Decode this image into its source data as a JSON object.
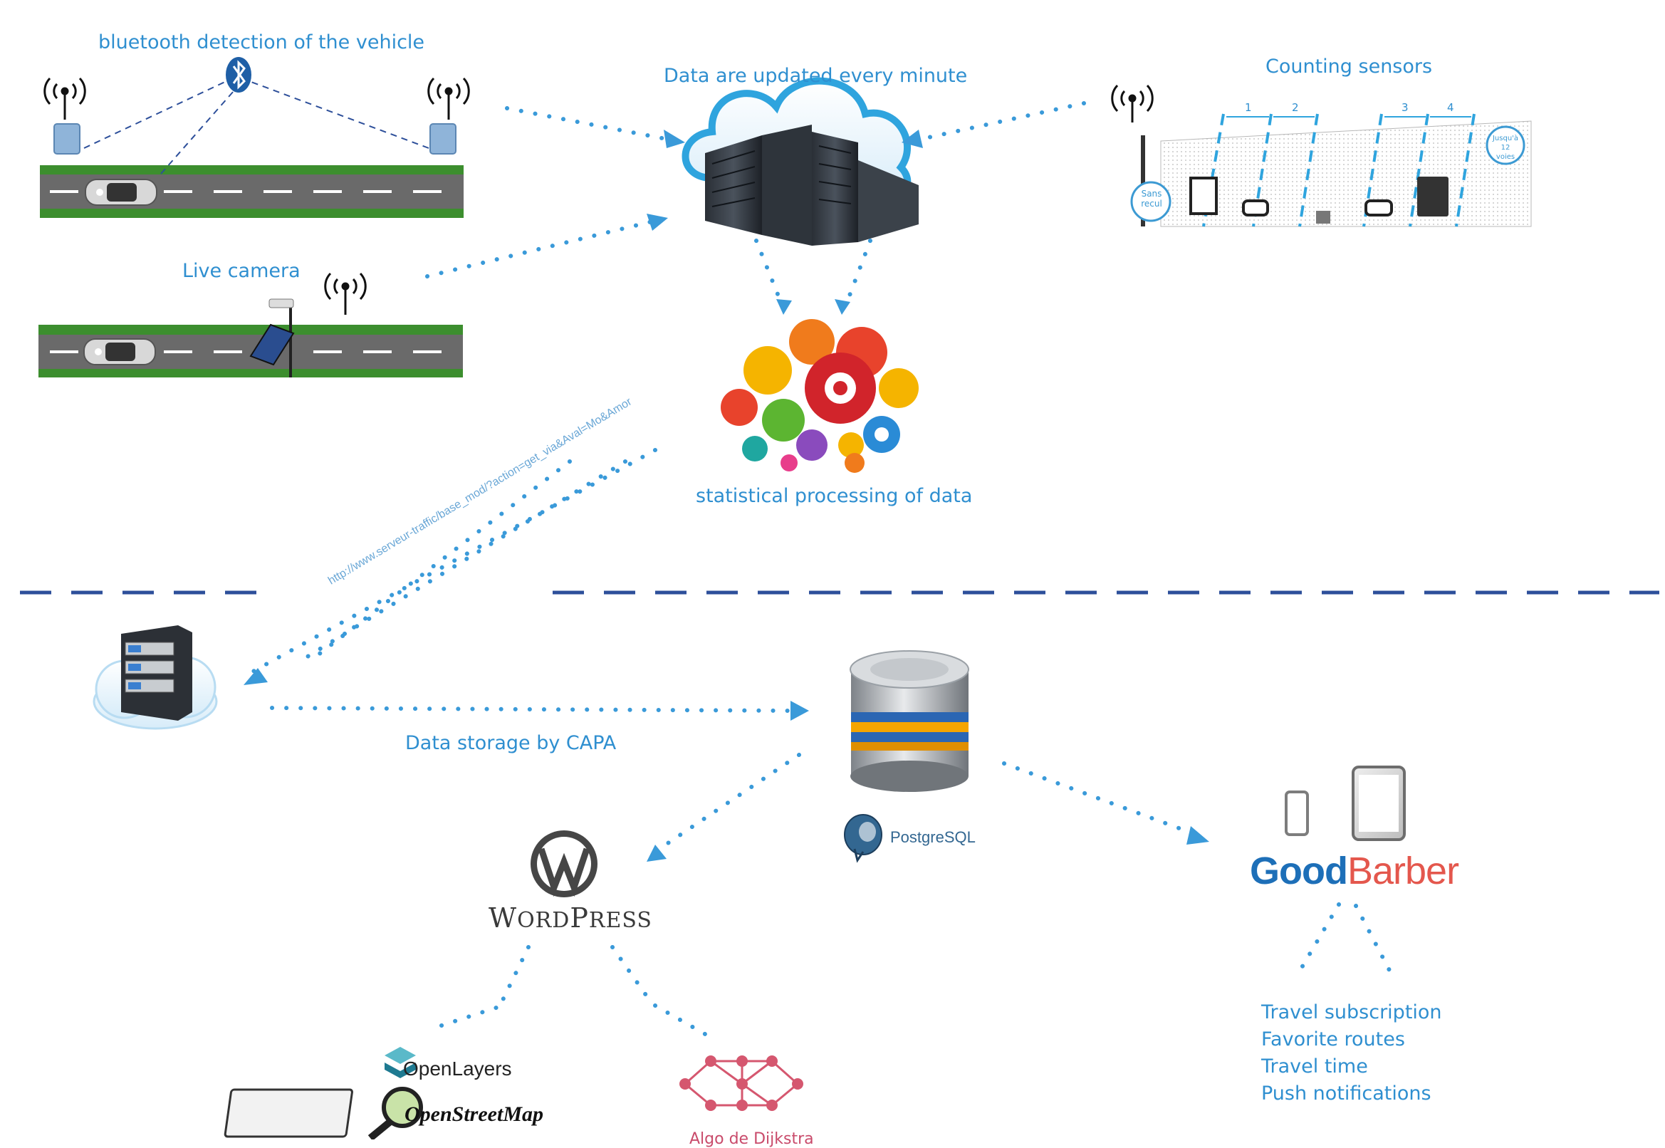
{
  "labels": {
    "bluetooth": "bluetooth detection of the vehicle",
    "live_camera": "Live camera",
    "data_updated": "Data are updated every minute",
    "counting_sensors": "Counting sensors",
    "statistical": "statistical processing of data",
    "storage": "Data storage by CAPA",
    "server_url": "http://www.serveur-traffic/base_mod/?action=get_via&Aval=Mo&Amor"
  },
  "sensor_panel": {
    "lanes": [
      "1",
      "2",
      "3",
      "4"
    ],
    "left_badge": [
      "Sans",
      "recul"
    ],
    "right_badge": [
      "Jusqu'à",
      "12 voies"
    ]
  },
  "logos": {
    "wordpress": "WordPress",
    "postgresql": "PostgreSQL",
    "goodbarber_good": "GoodBarber",
    "openlayers": "OpenLayers",
    "openstreetmap": "OpenStreetMap",
    "dijkstra": "Algo de Dijkstra"
  },
  "features": [
    "Travel subscription",
    "Favorite routes",
    "Travel time",
    "Push notifications"
  ],
  "colors": {
    "accent": "#2f8fd0",
    "arrow": "#3a9ad9",
    "separator": "#2d4f9a",
    "road": "#6a6a6a",
    "grass": "#3c8e2e"
  }
}
